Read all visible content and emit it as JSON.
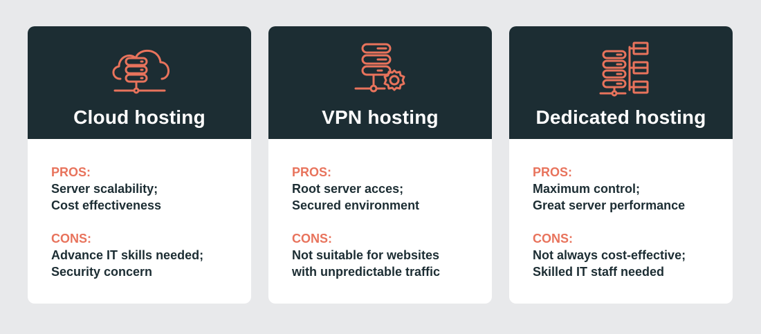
{
  "colors": {
    "accent": "#e8735c",
    "header": "#1c2d33",
    "background": "#e8e9eb"
  },
  "cards": [
    {
      "icon": "cloud-server-icon",
      "title": "Cloud hosting",
      "pros_label": "PROS:",
      "pros": [
        "Server scalability;",
        "Cost effectiveness"
      ],
      "cons_label": "CONS:",
      "cons": [
        "Advance IT skills needed;",
        "Security concern"
      ]
    },
    {
      "icon": "server-gear-icon",
      "title": "VPN hosting",
      "pros_label": "PROS:",
      "pros": [
        "Root server acces;",
        "Secured environment"
      ],
      "cons_label": "CONS:",
      "cons": [
        "Not suitable for websites",
        "with unpredictable traffic"
      ]
    },
    {
      "icon": "server-network-icon",
      "title": "Dedicated hosting",
      "pros_label": "PROS:",
      "pros": [
        "Maximum control;",
        "Great server performance"
      ],
      "cons_label": "CONS:",
      "cons": [
        "Not always cost-effective;",
        "Skilled IT staff needed"
      ]
    }
  ]
}
